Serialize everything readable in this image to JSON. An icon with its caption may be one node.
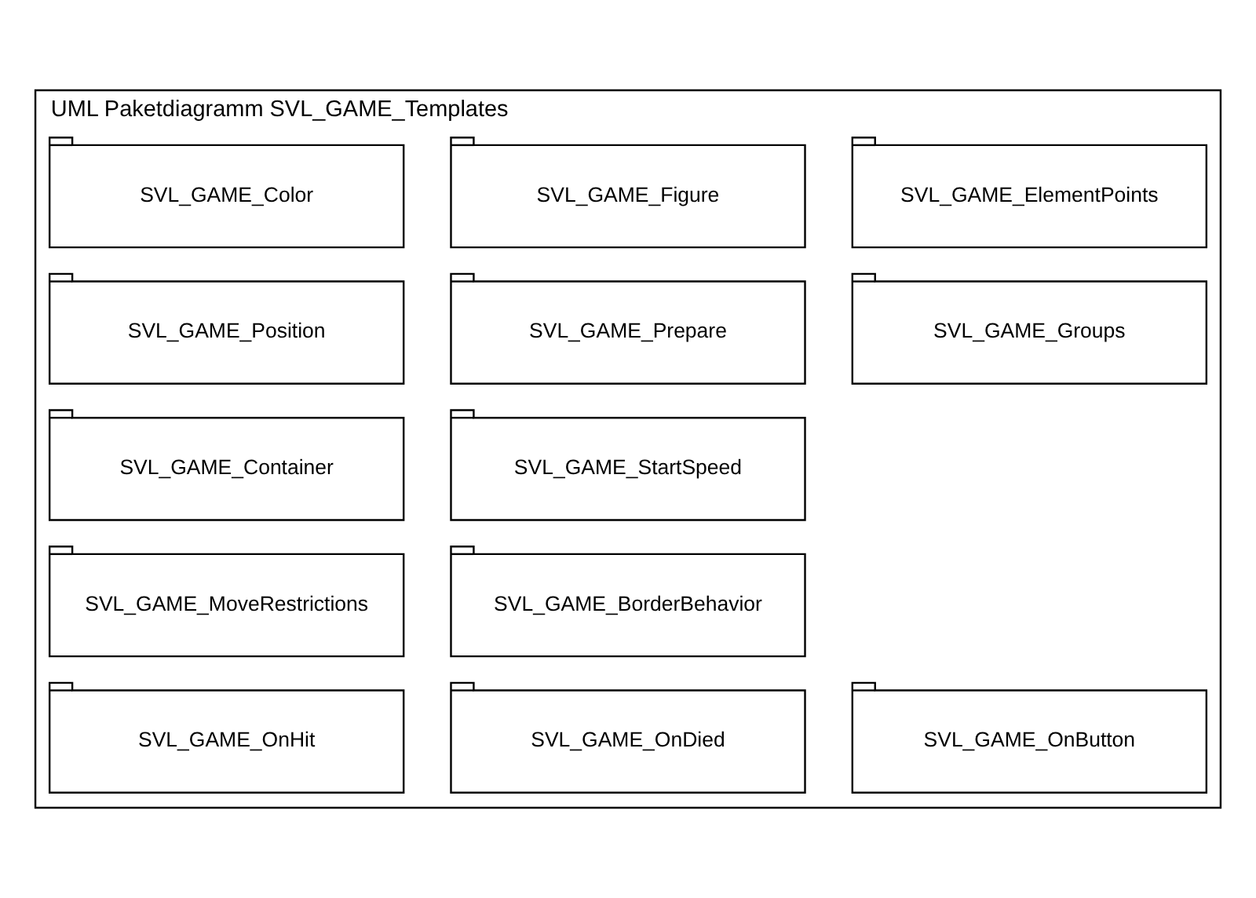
{
  "diagram": {
    "nodes": [
      {
        "text": [
          "UML Paketdiagramm SVL_GAME_Templates"
        ]
      },
      {
        "text": [
          "SVL_GAME_Color"
        ],
        "in": 0
      },
      {
        "text": [
          "SVL_GAME_Figure"
        ],
        "in": 0
      },
      {
        "text": [
          "SVL_GAME_ElementPoints"
        ],
        "in": 0
      },
      {
        "text": [
          "SVL_GAME_Position"
        ],
        "in": 0
      },
      {
        "text": [
          "SVL_GAME_Prepare"
        ],
        "in": 0
      },
      {
        "text": [
          "SVL_GAME_Groups"
        ],
        "in": 0
      },
      {
        "text": [
          "SVL_GAME_Container"
        ],
        "in": 0
      },
      {
        "text": [
          "SVL_GAME_StartSpeed"
        ],
        "in": 0
      },
      {
        "text": [
          "SVL_GAME_MoveRestrictions"
        ],
        "in": 0
      },
      {
        "text": [
          "SVL_GAME_BorderBehavior"
        ],
        "in": 0
      },
      {
        "text": [
          "SVL_GAME_OnHit"
        ],
        "in": 0
      },
      {
        "text": [
          "SVL_GAME_OnDied"
        ],
        "in": 0
      },
      {
        "text": [
          "SVL_GAME_OnButton"
        ],
        "in": 0
      }
    ],
    "edges": []
  }
}
